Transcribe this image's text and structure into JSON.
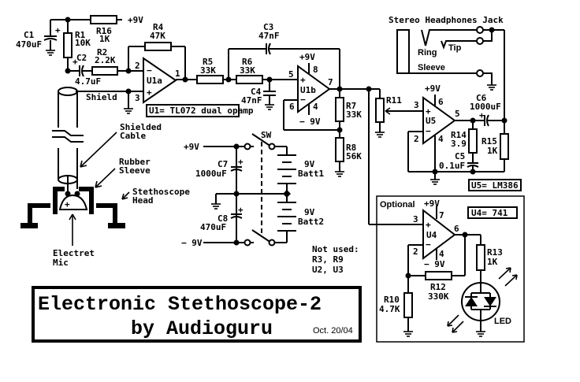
{
  "title": {
    "line1": "Electronic Stethoscope-2",
    "line2": "by Audioguru",
    "date": "Oct. 20/04"
  },
  "supply": {
    "pos": "+9V",
    "neg": "-9V",
    "neg_alt": "− 9V"
  },
  "components": {
    "C1": {
      "name": "C1",
      "value": "470uF"
    },
    "R1": {
      "name": "R1",
      "value": "10K"
    },
    "R16": {
      "name": "R16",
      "value": "1K"
    },
    "C2": {
      "name": "C2",
      "value": "4.7uF"
    },
    "R2": {
      "name": "R2",
      "value": "2.2K"
    },
    "R4": {
      "name": "R4",
      "value": "47K"
    },
    "R5": {
      "name": "R5",
      "value": "33K"
    },
    "R6": {
      "name": "R6",
      "value": "33K"
    },
    "C3": {
      "name": "C3",
      "value": "47nF"
    },
    "C4": {
      "name": "C4",
      "value": "47nF"
    },
    "R7": {
      "name": "R7",
      "value": "33K"
    },
    "R8": {
      "name": "R8",
      "value": "56K"
    },
    "R11": {
      "name": "R11",
      "value": ""
    },
    "C6": {
      "name": "C6",
      "value": "1000uF"
    },
    "R14": {
      "name": "R14",
      "value": "3.9"
    },
    "C5": {
      "name": "C5",
      "value": "0.1uF"
    },
    "R15": {
      "name": "R15",
      "value": "1K"
    },
    "C7": {
      "name": "C7",
      "value": "1000uF"
    },
    "C8": {
      "name": "C8",
      "value": "470uF"
    },
    "R10": {
      "name": "R10",
      "value": "4.7K"
    },
    "R12": {
      "name": "R12",
      "value": "330K"
    },
    "R13": {
      "name": "R13",
      "value": "1K"
    },
    "U1a": {
      "name": "U1a"
    },
    "U1b": {
      "name": "U1b"
    },
    "U4": {
      "name": "U4"
    },
    "U5": {
      "name": "U5"
    }
  },
  "pins": {
    "u1a": [
      "2",
      "3",
      "1"
    ],
    "u1b": [
      "5",
      "6",
      "7",
      "8",
      "4"
    ],
    "u5": [
      "3",
      "2",
      "5",
      "6",
      "4"
    ],
    "u4": [
      "3",
      "2",
      "6",
      "7",
      "4"
    ]
  },
  "notes": {
    "u1": "U1= TL072 dual opamp",
    "u5": "U5= LM386",
    "u4": "U4= 741",
    "optional": "Optional",
    "not_used_title": "Not used:",
    "not_used_1": "R3, R9",
    "not_used_2": "U2, U3"
  },
  "labels": {
    "shield": "Shield",
    "shielded_cable_1": "Shielded",
    "shielded_cable_2": "Cable",
    "rubber_sleeve_1": "Rubber",
    "rubber_sleeve_2": "Sleeve",
    "steth_head_1": "Stethoscope",
    "steth_head_2": "Head",
    "mic_1": "Electret",
    "mic_2": "Mic",
    "jack": "Stereo Headphones Jack",
    "ring": "Ring",
    "tip": "Tip",
    "sleeve": "Sleeve",
    "sw": "SW",
    "batt1_v": "9V",
    "batt1": "Batt1",
    "batt2_v": "9V",
    "batt2": "Batt2",
    "led": "LED",
    "plus": "+",
    "minus": "−"
  }
}
